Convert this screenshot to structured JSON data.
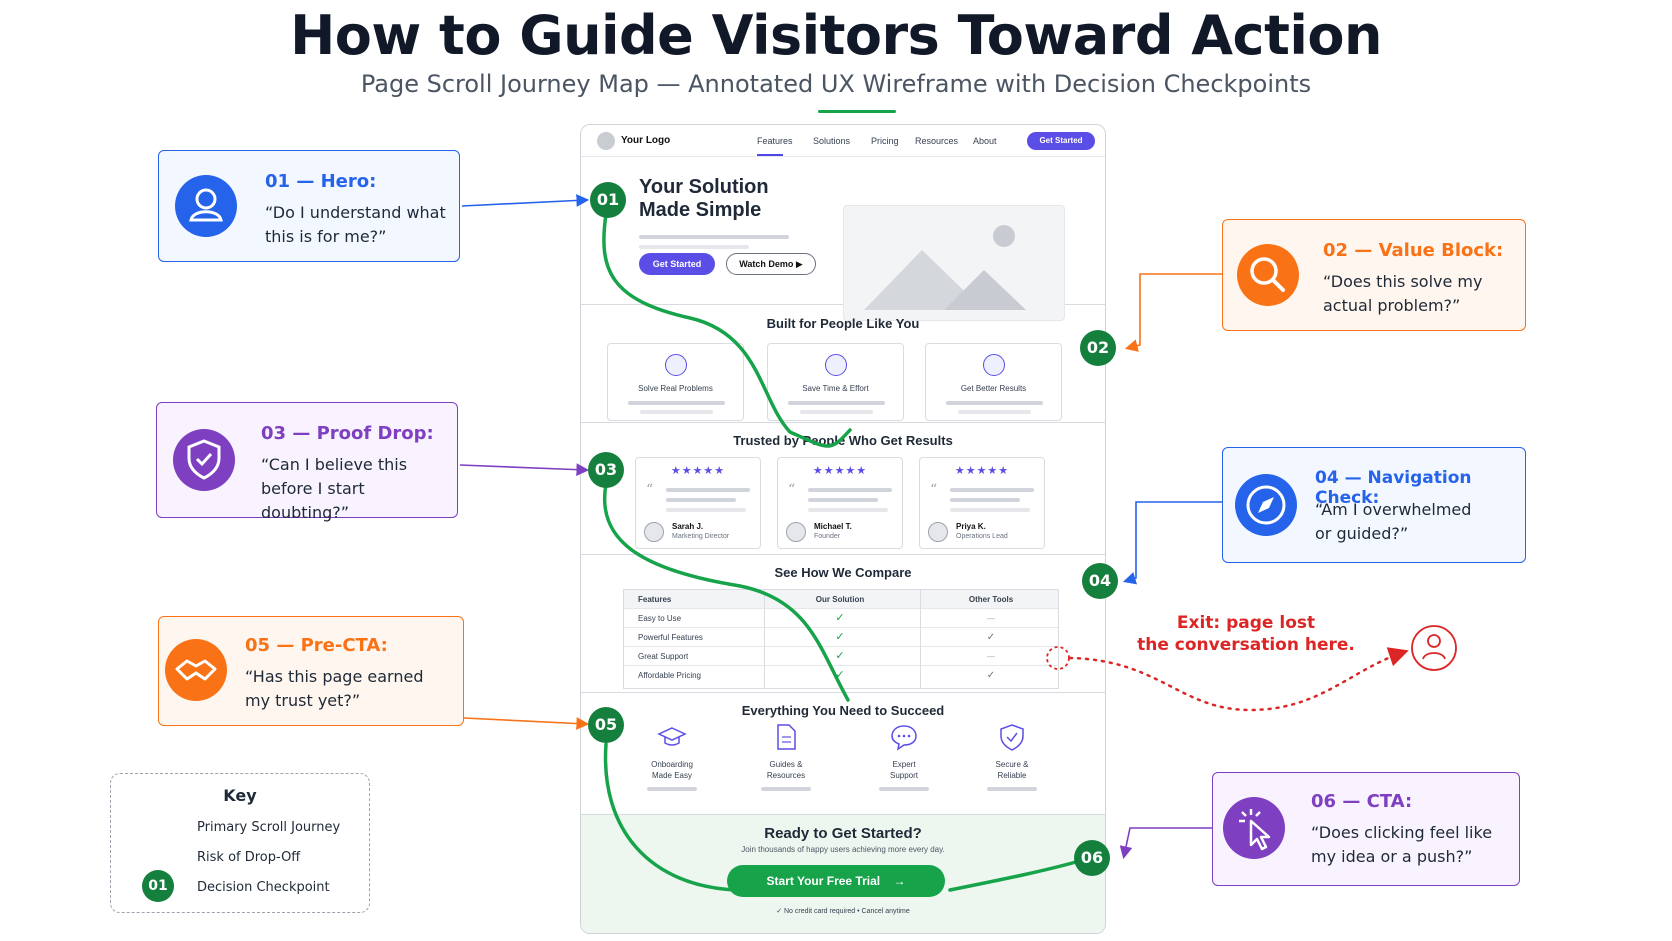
{
  "header": {
    "title": "How to Guide Visitors Toward Action",
    "subtitle": "Page Scroll Journey Map — Annotated UX Wireframe with Decision Checkpoints"
  },
  "wireframe": {
    "nav": {
      "logo": "Your Logo",
      "items": [
        "Features",
        "Solutions",
        "Pricing",
        "Resources",
        "About"
      ],
      "active_item": "Features",
      "button": "Get Started"
    },
    "hero": {
      "headline_1": "Your Solution",
      "headline_2": "Made Simple",
      "primary_button": "Get Started",
      "secondary_button": "Watch Demo ▶"
    },
    "value": {
      "title": "Built for People Like You",
      "cards": [
        {
          "label": "Solve Real Problems",
          "icon": "target-icon"
        },
        {
          "label": "Save Time & Effort",
          "icon": "check-circle-icon"
        },
        {
          "label": "Get Better Results",
          "icon": "chart-icon"
        }
      ]
    },
    "proof": {
      "title": "Trusted by People Who Get Results",
      "stars": "★★★★★",
      "quote_mark": "“",
      "testimonials": [
        {
          "name": "Sarah J.",
          "role": "Marketing Director"
        },
        {
          "name": "Michael T.",
          "role": "Founder"
        },
        {
          "name": "Priya K.",
          "role": "Operations Lead"
        }
      ]
    },
    "compare": {
      "title": "See How We Compare",
      "headers": [
        "Features",
        "Our Solution",
        "Other Tools"
      ],
      "rows": [
        {
          "feature": "Easy to Use",
          "ours": "✓",
          "other": "—"
        },
        {
          "feature": "Powerful Features",
          "ours": "✓",
          "other": "✓"
        },
        {
          "feature": "Great Support",
          "ours": "✓",
          "other": "—"
        },
        {
          "feature": "Affordable Pricing",
          "ours": "✓",
          "other": "✓"
        }
      ]
    },
    "resources": {
      "title": "Everything You Need to Succeed",
      "items": [
        {
          "line1": "Onboarding",
          "line2": "Made Easy",
          "icon": "graduation-cap-icon"
        },
        {
          "line1": "Guides &",
          "line2": "Resources",
          "icon": "document-icon"
        },
        {
          "line1": "Expert",
          "line2": "Support",
          "icon": "chat-bubble-icon"
        },
        {
          "line1": "Secure &",
          "line2": "Reliable",
          "icon": "shield-icon"
        }
      ]
    },
    "cta": {
      "headline": "Ready to Get Started?",
      "sub": "Join thousands of happy users achieving more every day.",
      "button": "Start Your Free Trial",
      "arrow": "→",
      "footnote": "✓ No credit card required  •  Cancel anytime"
    }
  },
  "checkpoints": [
    "01",
    "02",
    "03",
    "04",
    "05",
    "06"
  ],
  "callouts": [
    {
      "id": "hero",
      "title": "01 — Hero:",
      "line1": "“Do I understand what",
      "line2": "this is for me?”",
      "color": "#2563eb",
      "icon": "user-icon"
    },
    {
      "id": "value",
      "title": "02 — Value Block:",
      "line1": "“Does this solve my",
      "line2": "actual problem?”",
      "color": "#f97316",
      "icon": "search-icon"
    },
    {
      "id": "proof",
      "title": "03 — Proof Drop:",
      "line1": "“Can I believe this",
      "line2": "before I start doubting?”",
      "color": "#7e3fc1",
      "icon": "shield-check-icon"
    },
    {
      "id": "navigation",
      "title": "04 — Navigation Check:",
      "line1": "“Am I overwhelmed",
      "line2": "or guided?”",
      "color": "#2563eb",
      "icon": "compass-icon"
    },
    {
      "id": "precta",
      "title": "05 — Pre-CTA:",
      "line1": "“Has this page earned",
      "line2": "my trust yet?”",
      "color": "#f97316",
      "icon": "handshake-icon"
    },
    {
      "id": "cta",
      "title": "06 — CTA:",
      "line1": "“Does clicking feel like",
      "line2": "my idea or a push?”",
      "color": "#7e3fc1",
      "icon": "cursor-click-icon"
    }
  ],
  "exit": {
    "line1": "Exit: page lost",
    "line2": "the conversation here."
  },
  "key": {
    "title": "Key",
    "items": [
      "Primary Scroll Journey",
      "Risk of Drop-Off",
      "Decision Checkpoint"
    ],
    "checkpoint_sample": "01"
  },
  "colors": {
    "journey": "#16a34a",
    "checkpoint": "#15803d",
    "dropoff": "#dc2626",
    "accent": "#5b4ee6"
  }
}
